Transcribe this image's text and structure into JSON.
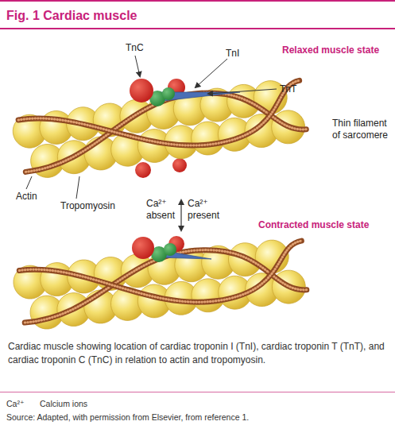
{
  "diagram": {
    "title": "Fig. 1 Cardiac muscle",
    "caption": "Cardiac muscle showing location of cardiac troponin I (TnI), cardiac troponin T (TnT), and cardiac troponin C (TnC) in relation to actin and tropomyosin.",
    "labels": [
      "TnC",
      "TnI",
      "Relaxed muscle state",
      "TnT",
      "Thin filament of sarcomere",
      "Actin",
      "Tropomyosin",
      "Ca²⁺ absent",
      "Ca²⁺ present",
      "Contracted muscle state",
      "Ca²⁺",
      "Calcium ions",
      "Source: Adapted, with permission from Elsevier, from reference 1."
    ]
  }
}
